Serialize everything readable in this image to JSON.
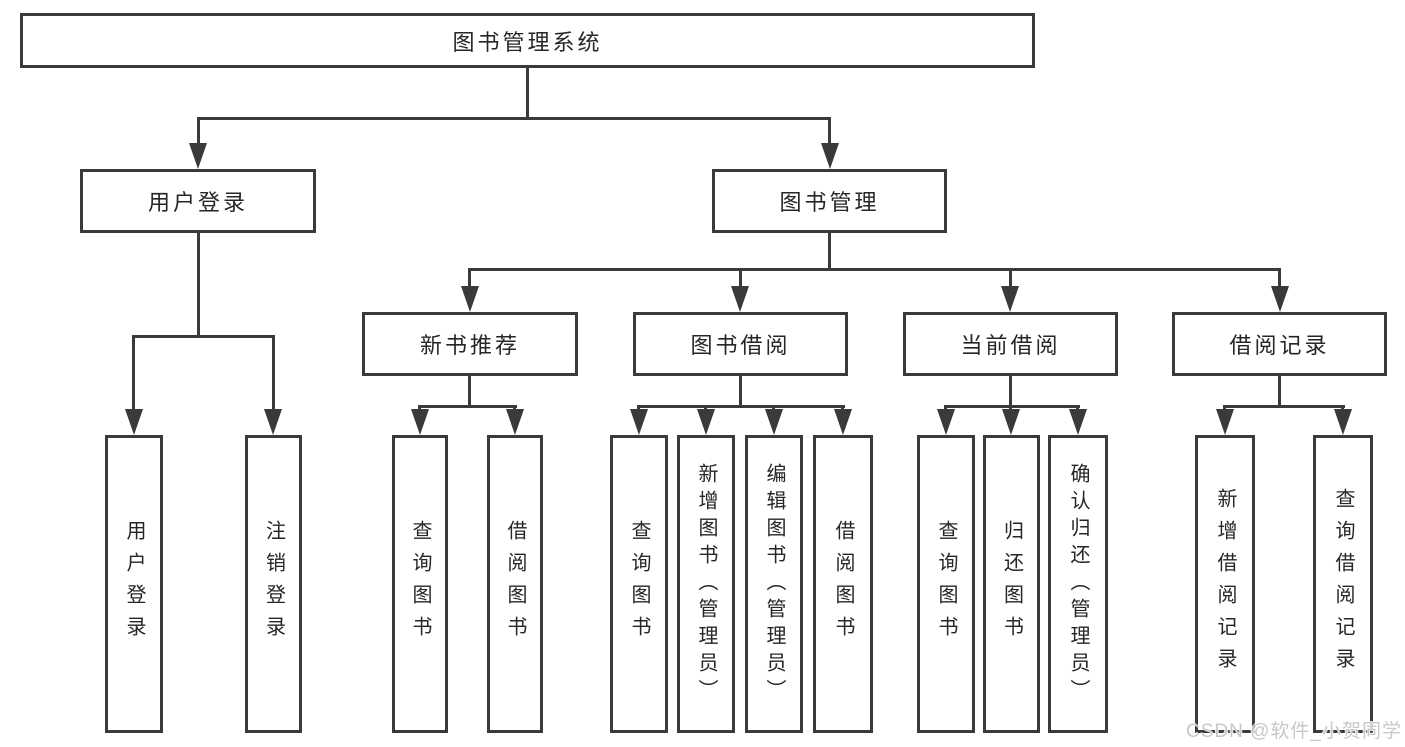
{
  "colors": {
    "line": "#3a3a3a",
    "text": "#262626",
    "background": "#ffffff",
    "watermark": "#c8c8c8"
  },
  "tree": {
    "root": "图书管理系统",
    "login": {
      "label": "用户登录",
      "children": [
        "用户登录",
        "注销登录"
      ]
    },
    "management": {
      "label": "图书管理",
      "sections": [
        {
          "label": "新书推荐",
          "children": [
            "查询图书",
            "借阅图书"
          ]
        },
        {
          "label": "图书借阅",
          "children": [
            "查询图书",
            "新增图书（管理员）",
            "编辑图书（管理员）",
            "借阅图书"
          ]
        },
        {
          "label": "当前借阅",
          "children": [
            "查询图书",
            "归还图书",
            "确认归还（管理员）"
          ]
        },
        {
          "label": "借阅记录",
          "children": [
            "新增借阅记录",
            "查询借阅记录"
          ]
        }
      ]
    }
  },
  "watermark": "CSDN @软件_小贺同学"
}
